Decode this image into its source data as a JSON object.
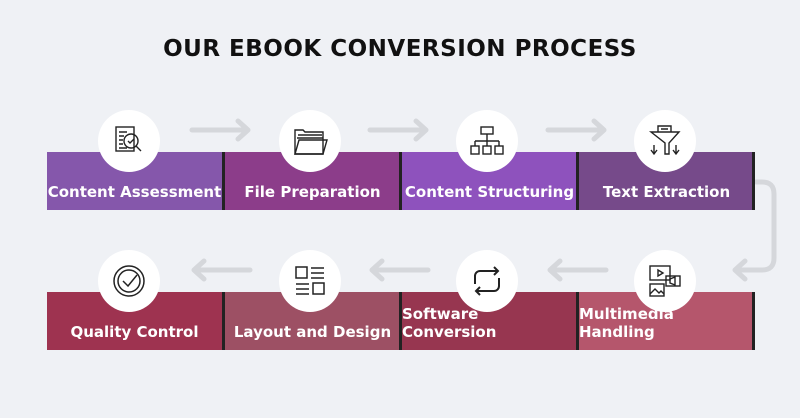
{
  "title": "OUR EBOOK CONVERSION PROCESS",
  "steps": [
    {
      "label": "Content Assessment",
      "icon": "document-check-search-icon",
      "color": "#8557ab"
    },
    {
      "label": "File Preparation",
      "icon": "folder-icon",
      "color": "#8c3d8a"
    },
    {
      "label": "Content Structuring",
      "icon": "hierarchy-icon",
      "color": "#8e52bd"
    },
    {
      "label": "Text Extraction",
      "icon": "funnel-icon",
      "color": "#764a8a"
    },
    {
      "label": "Multimedia Handling",
      "icon": "multimedia-icon",
      "color": "#b5566c"
    },
    {
      "label": "Software Conversion",
      "icon": "refresh-icon",
      "color": "#973650"
    },
    {
      "label": "Layout and Design",
      "icon": "layout-icon",
      "color": "#9d5064"
    },
    {
      "label": "Quality Control",
      "icon": "quality-check-icon",
      "color": "#9e3350"
    }
  ]
}
